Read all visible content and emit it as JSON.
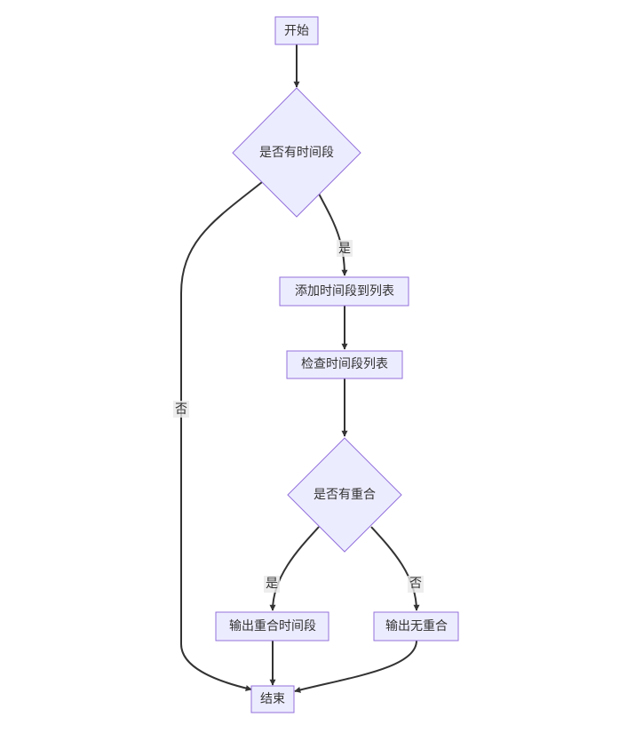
{
  "nodes": {
    "start": "开始",
    "has_periods": "是否有时间段",
    "add_to_list": "添加时间段到列表",
    "check_list": "检查时间段列表",
    "has_overlap": "是否有重合",
    "output_overlap": "输出重合时间段",
    "output_none": "输出无重合",
    "end": "结束"
  },
  "edge_labels": {
    "has_periods_yes": "是",
    "has_periods_no": "否",
    "has_overlap_yes": "是",
    "has_overlap_no": "否"
  },
  "colors": {
    "node_fill": "#ECECFF",
    "node_stroke": "#9370DB",
    "edge": "#333333",
    "text": "#333333",
    "label_bg": "#E8E8E8"
  }
}
